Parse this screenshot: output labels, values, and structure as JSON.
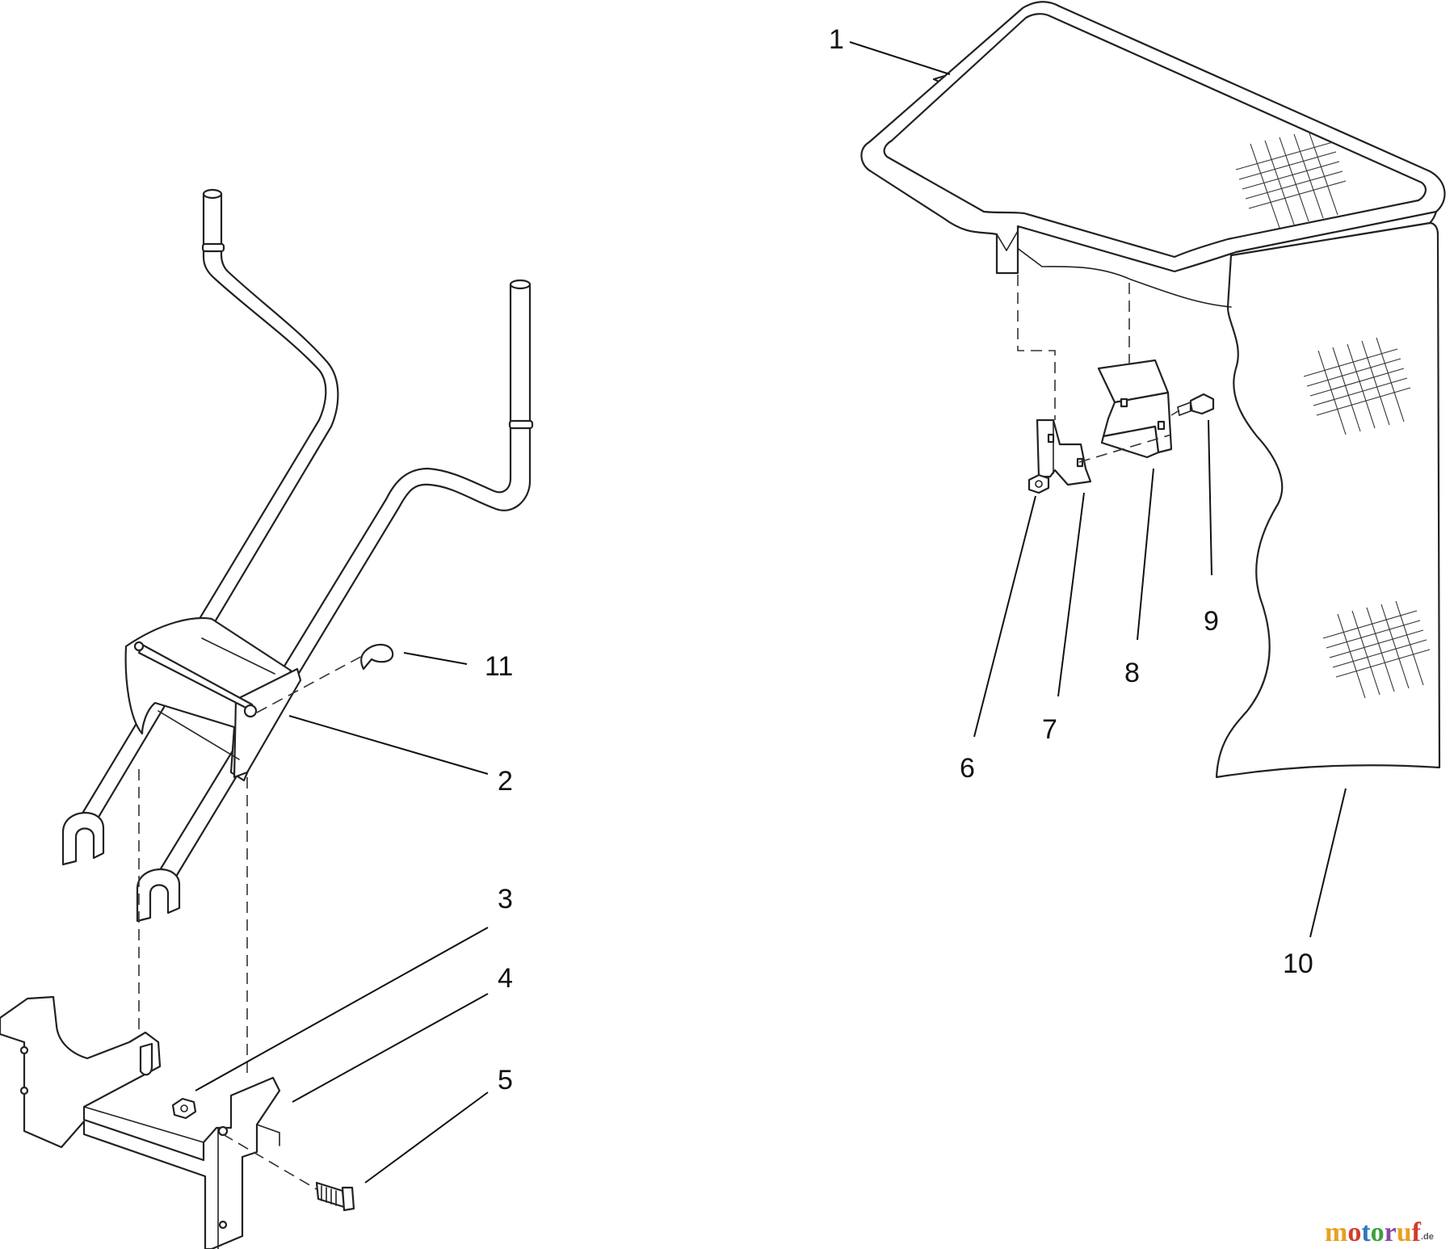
{
  "callouts": {
    "c1": "1",
    "c2": "2",
    "c3": "3",
    "c4": "4",
    "c5": "5",
    "c6": "6",
    "c7": "7",
    "c8": "8",
    "c9": "9",
    "c10": "10",
    "c11": "11"
  },
  "watermark": {
    "text": "motoruf",
    "tld": ".de",
    "colors": [
      "#e8a020",
      "#d23c2c",
      "#2a7ab8",
      "#3ca03c",
      "#8a4aa8"
    ]
  },
  "colors": {
    "line": "#222222",
    "background": "#ffffff"
  }
}
